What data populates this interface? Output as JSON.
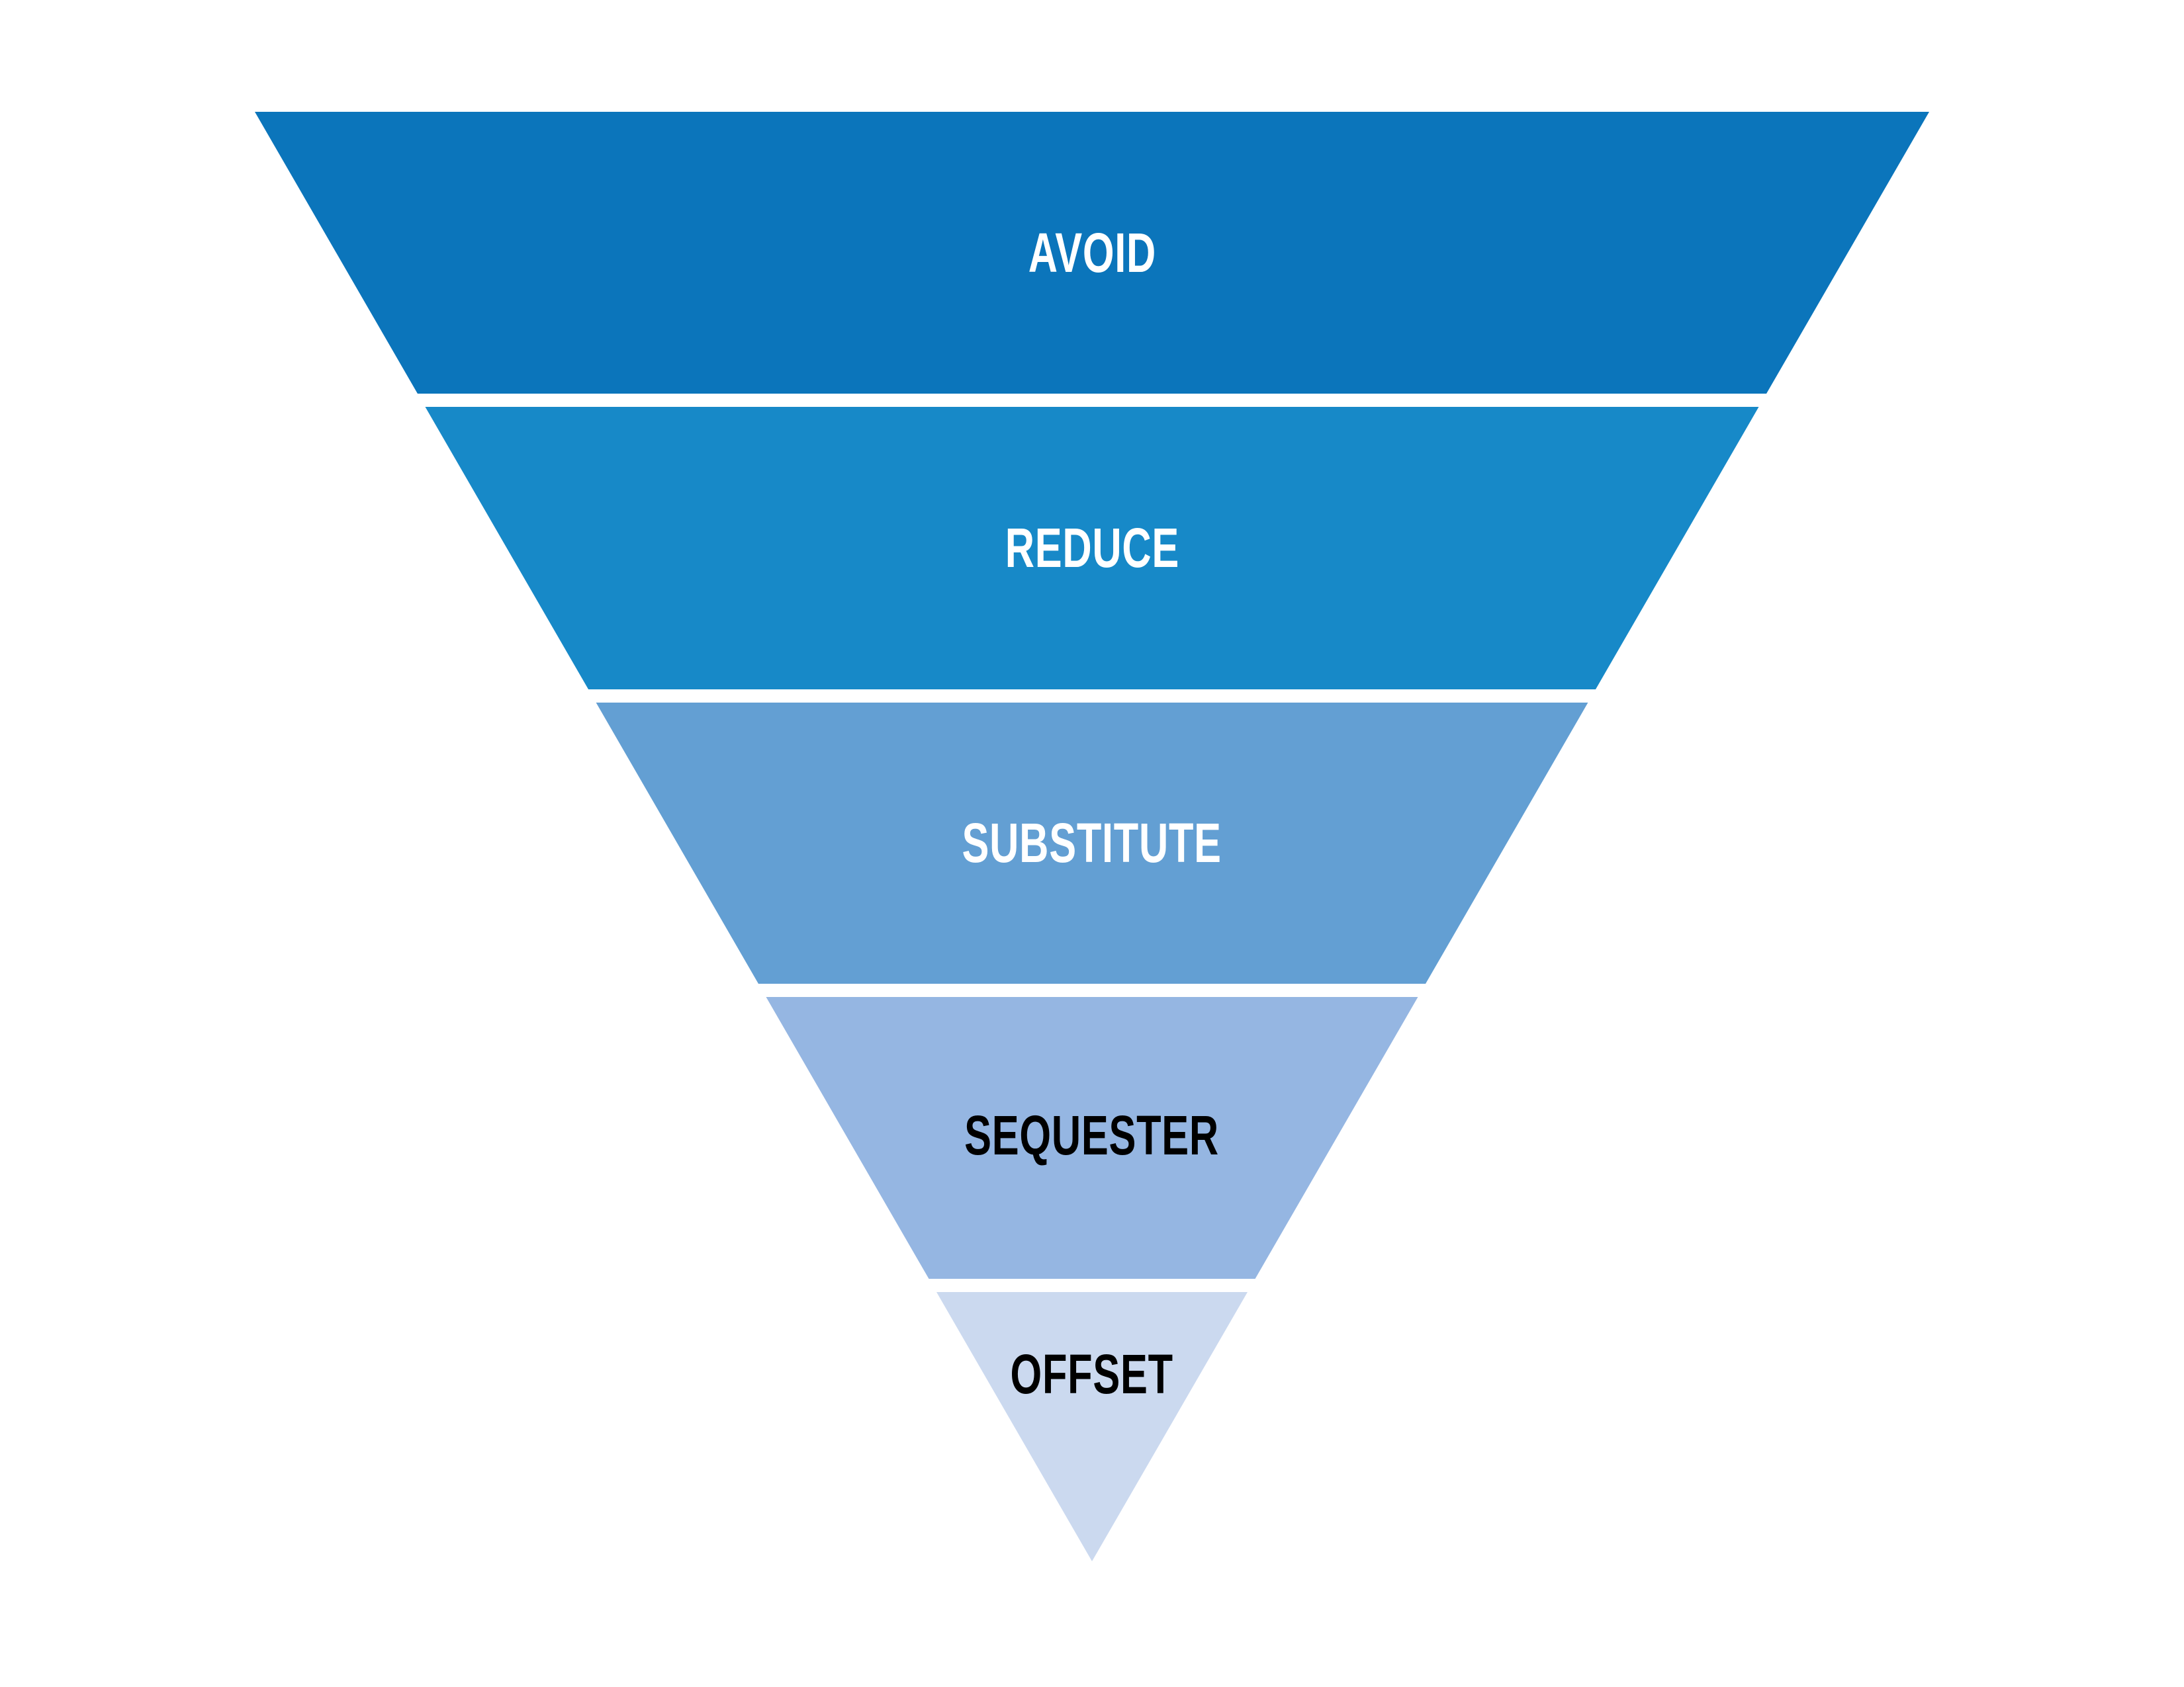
{
  "background_color": "#ffffff",
  "funnel": {
    "type": "inverted-pyramid",
    "levels": [
      {
        "label": "AVOID",
        "fill": "#0b75bb",
        "text_color": "#ffffff"
      },
      {
        "label": "REDUCE",
        "fill": "#1789c8",
        "text_color": "#ffffff"
      },
      {
        "label": "SUBSTITUTE",
        "fill": "#639fd3",
        "text_color": "#ffffff"
      },
      {
        "label": "SEQUESTER",
        "fill": "#95b6e2",
        "text_color": "#000000"
      },
      {
        "label": "OFFSET",
        "fill": "#cbd9ef",
        "text_color": "#000000"
      }
    ]
  }
}
